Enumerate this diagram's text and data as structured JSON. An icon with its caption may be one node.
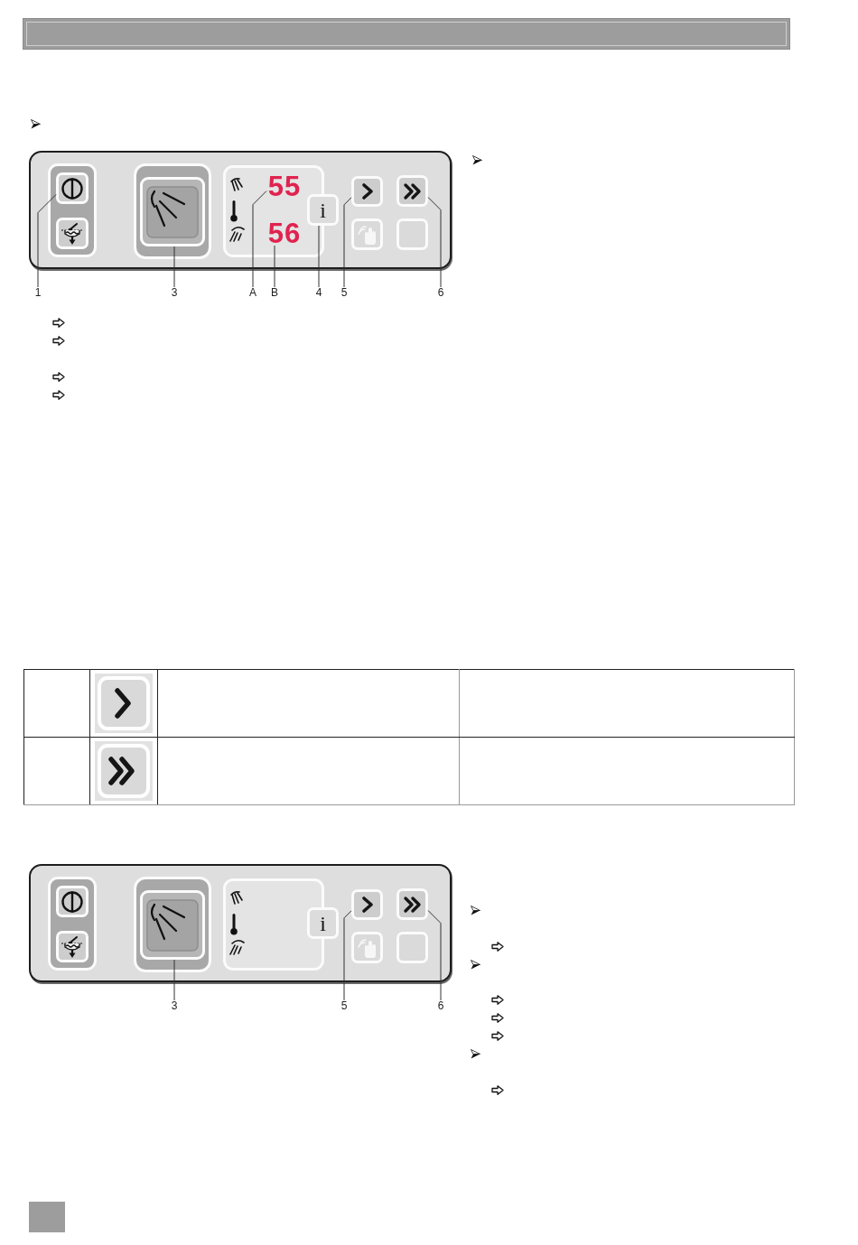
{
  "diagram": {
    "nodes": [
      {
        "text": [],
        "shape": "box"
      },
      {
        "text": [],
        "shape": "box",
        "in": 0
      },
      {
        "text": [],
        "shape": "box",
        "in": 1
      },
      {
        "text": [],
        "shape": "box",
        "in": 1
      },
      {
        "text": [],
        "shape": "box",
        "in": 0
      },
      {
        "text": [],
        "shape": "box",
        "in": 4
      },
      {
        "text": [],
        "shape": "box",
        "in": 0
      },
      {
        "text": [
          "55"
        ],
        "in": 6
      },
      {
        "text": [
          "56"
        ],
        "in": 6
      },
      {
        "text": [
          "i"
        ],
        "in": 0
      },
      {
        "text": [],
        "shape": "box",
        "in": 0
      },
      {
        "text": [],
        "shape": "box",
        "in": 0
      },
      {
        "text": [],
        "shape": "box",
        "in": 0
      },
      {
        "text": [],
        "shape": "box",
        "in": 0
      },
      {
        "text": [
          "1"
        ]
      },
      {
        "text": [
          "3"
        ]
      },
      {
        "text": [
          "A"
        ]
      },
      {
        "text": [
          "B"
        ]
      },
      {
        "text": [
          "4"
        ]
      },
      {
        "text": [
          "5"
        ]
      },
      {
        "text": [
          "6"
        ]
      },
      {
        "text": [],
        "shape": "box"
      },
      {
        "text": [],
        "shape": "box",
        "in": 21
      },
      {
        "text": [],
        "shape": "box",
        "in": 22
      },
      {
        "text": [],
        "shape": "box",
        "in": 22
      },
      {
        "text": [],
        "shape": "box",
        "in": 21
      },
      {
        "text": [],
        "shape": "box",
        "in": 25
      },
      {
        "text": [],
        "shape": "box",
        "in": 21
      },
      {
        "text": [
          "i"
        ],
        "in": 21
      },
      {
        "text": [],
        "shape": "box",
        "in": 21
      },
      {
        "text": [],
        "shape": "box",
        "in": 21
      },
      {
        "text": [],
        "shape": "box",
        "in": 21
      },
      {
        "text": [],
        "shape": "box",
        "in": 21
      },
      {
        "text": [
          "3"
        ]
      },
      {
        "text": [
          "5"
        ]
      },
      {
        "text": [
          "6"
        ]
      }
    ],
    "edges": [
      {
        "from": 14,
        "to": 2,
        "arrow": "none"
      },
      {
        "from": 15,
        "to": 5,
        "arrow": "none"
      },
      {
        "from": 16,
        "to": 7,
        "arrow": "none"
      },
      {
        "from": 17,
        "to": 8,
        "arrow": "none"
      },
      {
        "from": 18,
        "to": 9,
        "arrow": "none"
      },
      {
        "from": 19,
        "to": 10,
        "arrow": "none"
      },
      {
        "from": 20,
        "to": 11,
        "arrow": "none"
      },
      {
        "from": 33,
        "to": 26,
        "arrow": "none"
      },
      {
        "from": 34,
        "to": 29,
        "arrow": "none"
      },
      {
        "from": 35,
        "to": 30,
        "arrow": "none"
      }
    ]
  }
}
